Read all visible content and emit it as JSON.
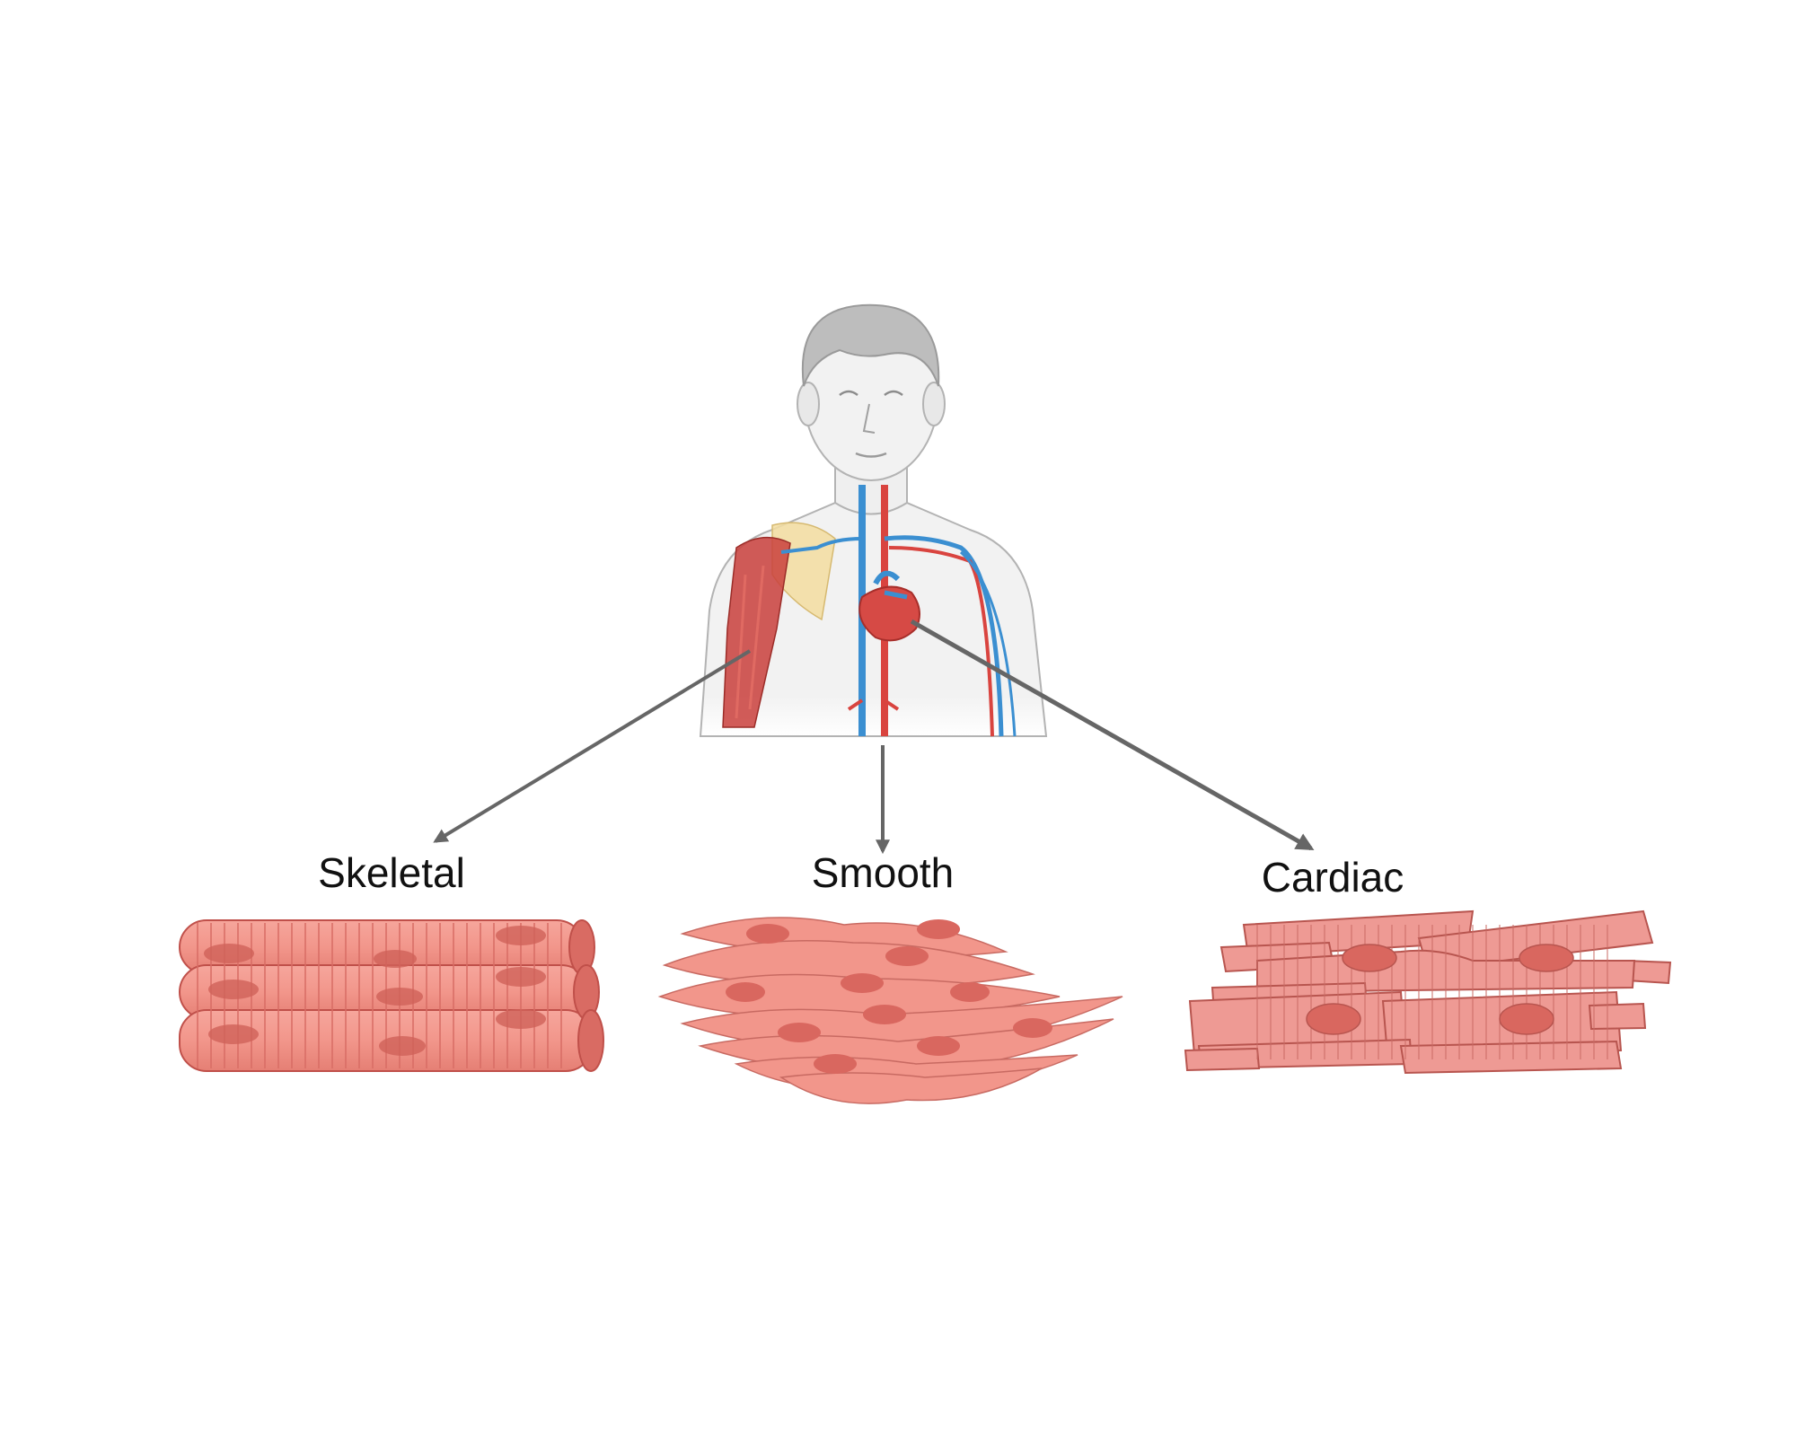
{
  "labels": {
    "skeletal": "Skeletal",
    "smooth": "Smooth",
    "cardiac": "Cardiac"
  },
  "colors": {
    "arrow": "#666666",
    "skin": "#f2f2f2",
    "skin_outline": "#b3b3b3",
    "hair": "#bdbdbd",
    "artery": "#d9443f",
    "vein": "#3b8fd1",
    "heart": "#d64a45",
    "muscle": "#c9403c",
    "bone": "#f3dda0",
    "tissue_fill": "#f2968b",
    "tissue_dark": "#d96b63",
    "tissue_stroke": "#c0504a",
    "cardiac_fill": "#ee9a94",
    "cardiac_stroke": "#b8554f"
  }
}
